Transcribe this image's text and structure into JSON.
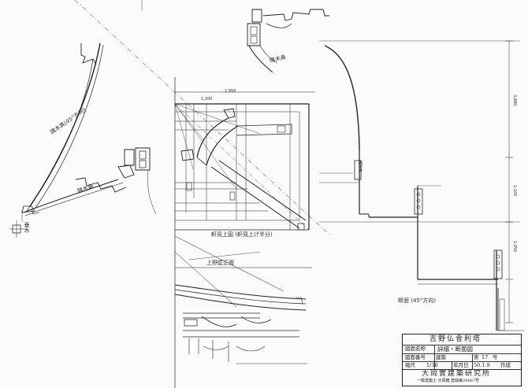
{
  "labels": {
    "plan_view": "軒見上図",
    "plan_view_note": "(軒見上げ半分)",
    "section": "断面",
    "section_note": "(45°方向)",
    "corner_detail": "隅木鼻",
    "eave_rafter": "上野壁正面",
    "left_sub1": "隅木真(45°方向)",
    "left_sub2": "隅木鼻",
    "section_mark": "隅木鼻",
    "left_small": "垂木"
  },
  "dims": {
    "top_span": "2,950",
    "plan_w": "1,200",
    "section_h1": "3,880",
    "section_h2": "1,100",
    "section_h3": "1,050"
  },
  "title_block": {
    "title": "吉野仏舎利塔",
    "drawing_name_label": "図面名称",
    "drawing_name": "詳細・断面図",
    "drawing_no_label": "図面番号",
    "drawing_no_value": "建築",
    "sheet_label": "第",
    "sheet_no": "17",
    "sheet_suffix": "号",
    "scale_label": "縮尺",
    "scale": "1/30",
    "date_label": "年月日",
    "date": "50.1.9",
    "date_suffix": "作成",
    "office": "大岡實建築研究所",
    "registration": "一級建築士 大岡實 登録第20667号"
  }
}
